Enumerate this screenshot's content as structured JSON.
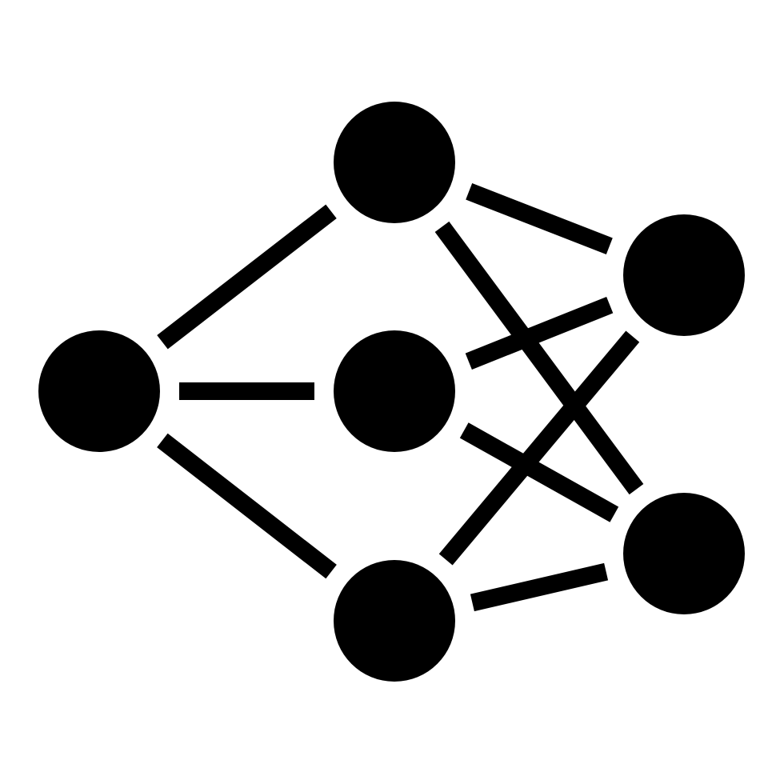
{
  "diagram": {
    "type": "network-graph-icon",
    "foreground_color": "#000000",
    "background_color": "#ffffff",
    "nodes": [
      {
        "id": "input",
        "layer": "left"
      },
      {
        "id": "hidden-top",
        "layer": "middle"
      },
      {
        "id": "hidden-middle",
        "layer": "middle"
      },
      {
        "id": "hidden-bottom",
        "layer": "middle"
      },
      {
        "id": "output-top",
        "layer": "right"
      },
      {
        "id": "output-bottom",
        "layer": "right"
      }
    ],
    "edges": [
      {
        "from": "input",
        "to": "hidden-top"
      },
      {
        "from": "input",
        "to": "hidden-middle"
      },
      {
        "from": "input",
        "to": "hidden-bottom"
      },
      {
        "from": "hidden-top",
        "to": "output-top"
      },
      {
        "from": "hidden-top",
        "to": "output-bottom"
      },
      {
        "from": "hidden-middle",
        "to": "output-top"
      },
      {
        "from": "hidden-middle",
        "to": "output-bottom"
      },
      {
        "from": "hidden-bottom",
        "to": "output-top"
      },
      {
        "from": "hidden-bottom",
        "to": "output-bottom"
      }
    ]
  }
}
